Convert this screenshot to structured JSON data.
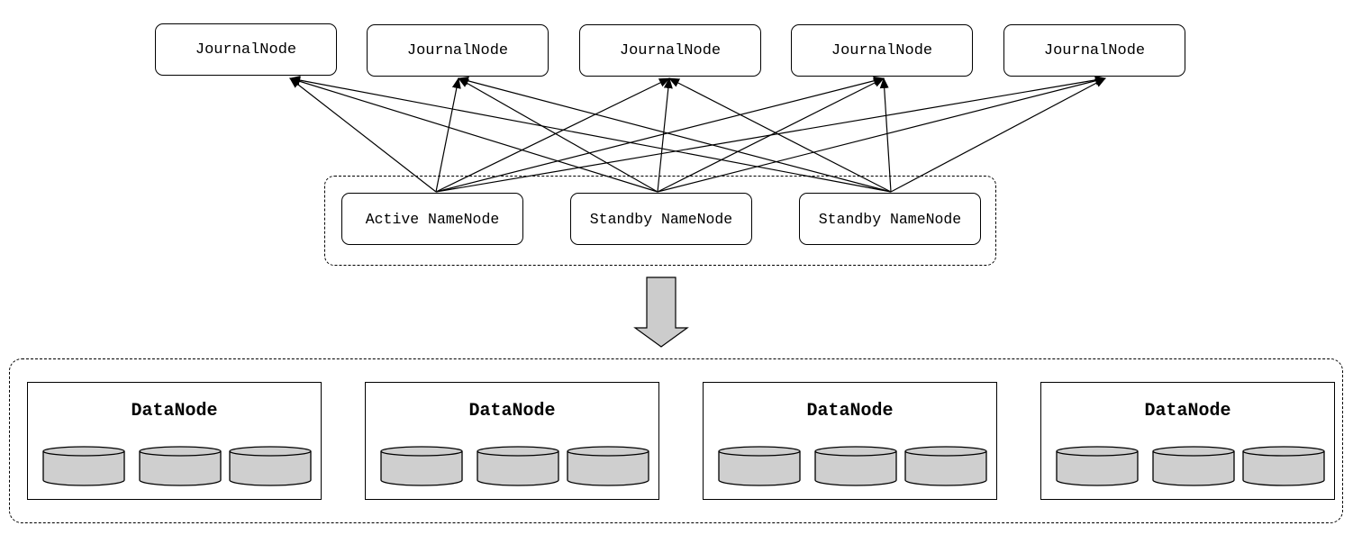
{
  "journal_nodes": [
    {
      "label": "JournalNode"
    },
    {
      "label": "JournalNode"
    },
    {
      "label": "JournalNode"
    },
    {
      "label": "JournalNode"
    },
    {
      "label": "JournalNode"
    }
  ],
  "name_nodes": [
    {
      "label": "Active NameNode"
    },
    {
      "label": "Standby NameNode"
    },
    {
      "label": "Standby NameNode"
    }
  ],
  "data_nodes": [
    {
      "label": "DataNode",
      "disks": 3
    },
    {
      "label": "DataNode",
      "disks": 3
    },
    {
      "label": "DataNode",
      "disks": 3
    },
    {
      "label": "DataNode",
      "disks": 3
    }
  ],
  "edges": "each NameNode connects to every JournalNode",
  "colors": {
    "stroke": "#000000",
    "disk_fill": "#cfcfcf",
    "arrow_fill": "#cccccc",
    "background": "#ffffff"
  }
}
